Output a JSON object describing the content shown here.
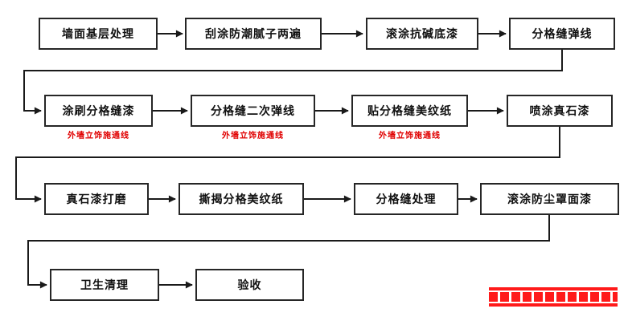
{
  "colors": {
    "background": "#ffffff",
    "box_border": "#262626",
    "box_text": "#111111",
    "arrow": "#1a1a1a",
    "annotation_red": "#e00000",
    "watermark_red": "#ff1a1a"
  },
  "flow": {
    "row1": [
      "墙面基层处理",
      "刮涂防潮腻子两遍",
      "滚涂抗碱底漆",
      "分格缝弹线"
    ],
    "row2": [
      "涂刷分格缝漆",
      "分格缝二次弹线",
      "贴分格缝美纹纸",
      "喷涂真石漆"
    ],
    "row3": [
      "真石漆打磨",
      "撕揭分格美纹纸",
      "分格缝处理",
      "滚涂防尘罩面漆"
    ],
    "row4": [
      "卫生清理",
      "验收"
    ]
  },
  "annotations": {
    "red_notes": [
      "外墙立饰施通线",
      "外墙立饰施通线",
      "外墙立饰施通线"
    ]
  }
}
